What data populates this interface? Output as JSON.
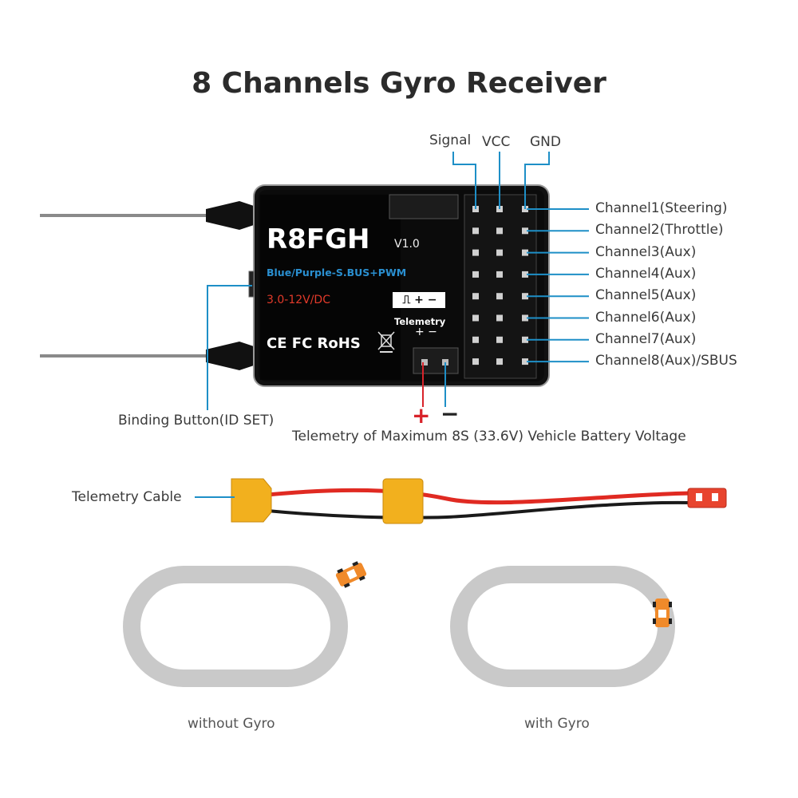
{
  "title": "8 Channels Gyro Receiver",
  "pin_header": {
    "signal": "Signal",
    "vcc": "VCC",
    "gnd": "GND"
  },
  "receiver": {
    "model": "R8FGH",
    "version": "V1.0",
    "bus_label": "Blue/Purple-S.BUS+PWM",
    "voltage": "3.0-12V/DC",
    "telemetry_label": "Telemetry",
    "telemetry_polarity": "+ −",
    "pwm_indicator": "⎍ + −",
    "certifications": "CE FC RoHS"
  },
  "channels": [
    "Channel1(Steering)",
    "Channel2(Throttle)",
    "Channel3(Aux)",
    "Channel4(Aux)",
    "Channel5(Aux)",
    "Channel6(Aux)",
    "Channel7(Aux)",
    "Channel8(Aux)/SBUS"
  ],
  "binding_button": "Binding Button(ID SET)",
  "telemetry_note": "Telemetry of Maximum 8S (33.6V) Vehicle Battery Voltage",
  "telemetry_plus": "+",
  "telemetry_minus": "−",
  "telemetry_cable": "Telemetry Cable",
  "tracks": {
    "without": "without Gyro",
    "with": "with Gyro"
  },
  "colors": {
    "accent_blue": "#1e8fc7",
    "plus_red": "#d8232a",
    "receiver_body": "#111111",
    "xt60_yellow": "#f2b01e",
    "jst_red": "#e8442e",
    "track_gray": "#c9c9c9",
    "car_orange": "#f08a2a"
  },
  "icons": [
    "antenna-icon",
    "trash-bin-weee-icon",
    "ce-mark-icon",
    "fc-mark-icon",
    "car-icon"
  ]
}
